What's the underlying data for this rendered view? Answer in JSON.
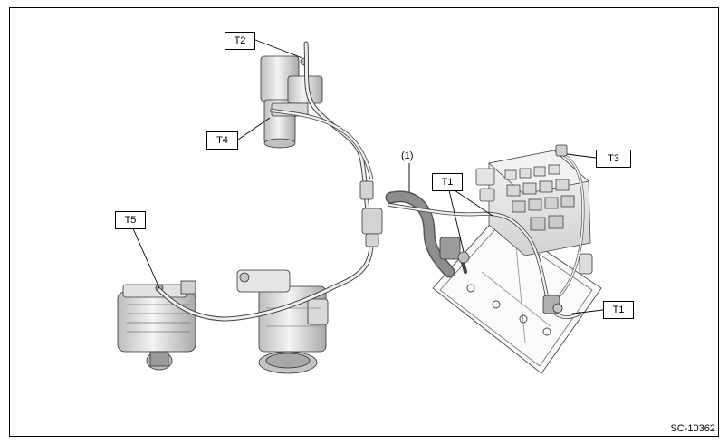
{
  "figure": {
    "code": "SC-10362",
    "reference_number": "(1)"
  },
  "callouts": {
    "t1_upper": "T1",
    "t1_lower": "T1",
    "t2": "T2",
    "t3": "T3",
    "t4": "T4",
    "t5": "T5"
  },
  "colors": {
    "line": "#000000",
    "part_fill": "#ececec",
    "part_shade": "#c8c8c8",
    "harness_fill": "#8e8e8e"
  }
}
